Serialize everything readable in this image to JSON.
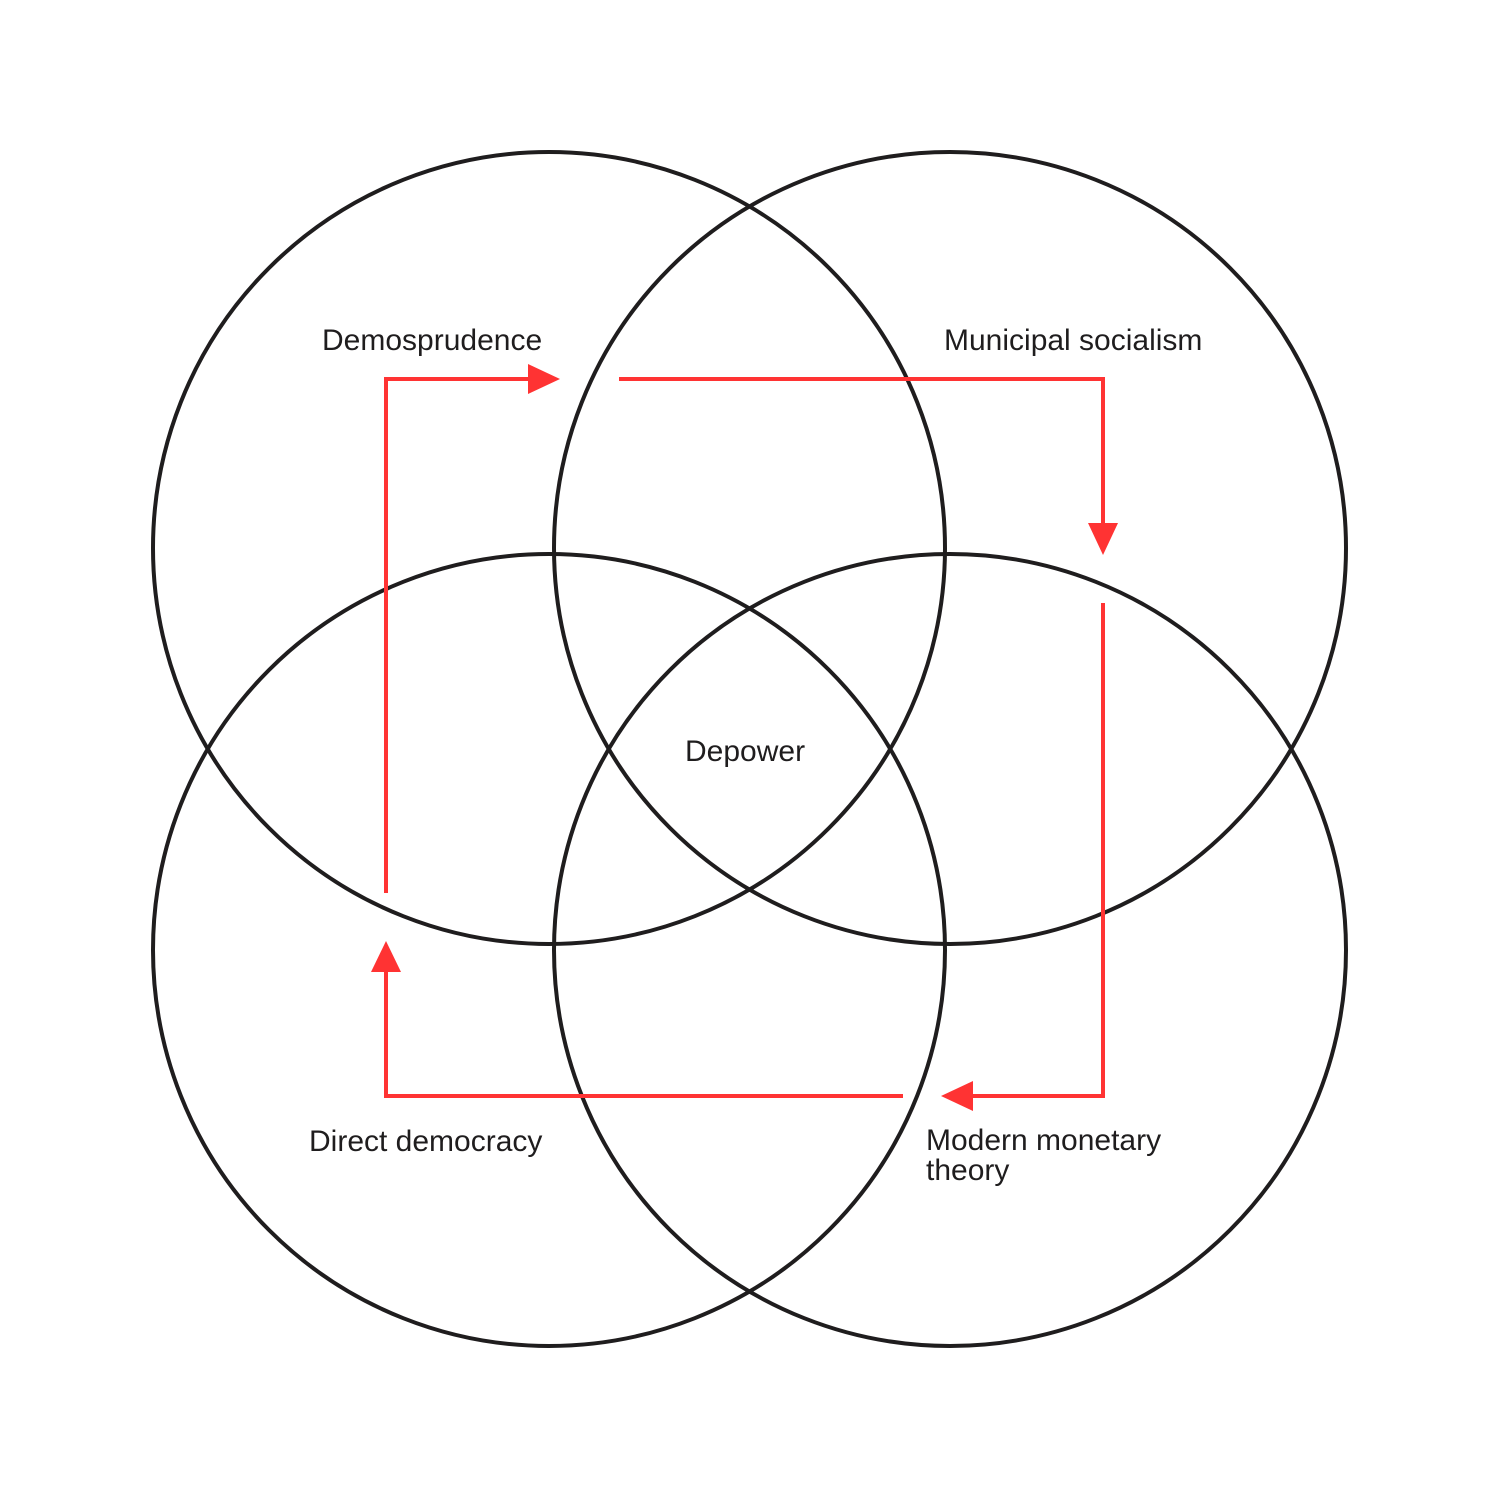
{
  "colors": {
    "background": "#ffffff",
    "circle_stroke": "#1f1d1e",
    "arrow": "#ff3333",
    "text": "#1f1d1e"
  },
  "labels": {
    "demosprudence": "Demosprudence",
    "municipal_socialism": "Municipal socialism",
    "direct_democracy": "Direct democracy",
    "modern_monetary_theory_line1": "Modern monetary",
    "modern_monetary_theory_line2": "theory",
    "center": "Depower"
  }
}
